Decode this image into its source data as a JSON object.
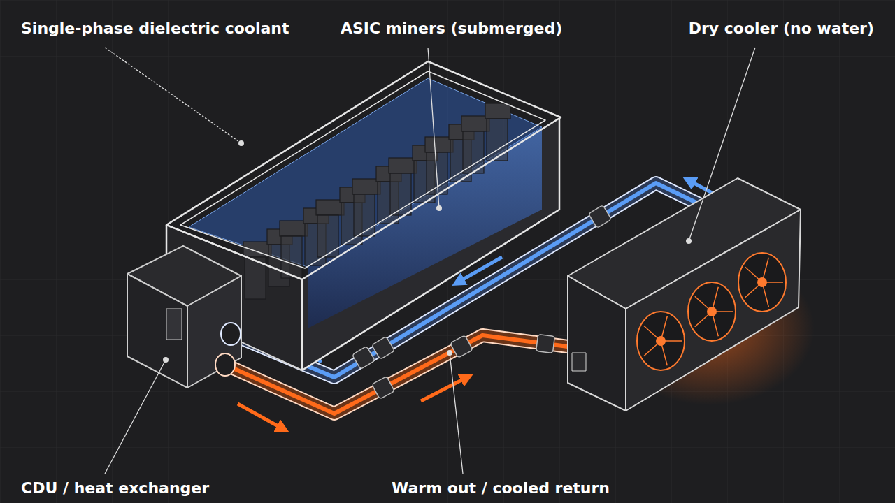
{
  "diagram": {
    "labels": [
      "Single-phase dielectric coolant",
      "ASIC miners (submerged)",
      "Dry cooler (no water)",
      "CDU / heat exchanger",
      "Warm out / cooled return"
    ]
  }
}
